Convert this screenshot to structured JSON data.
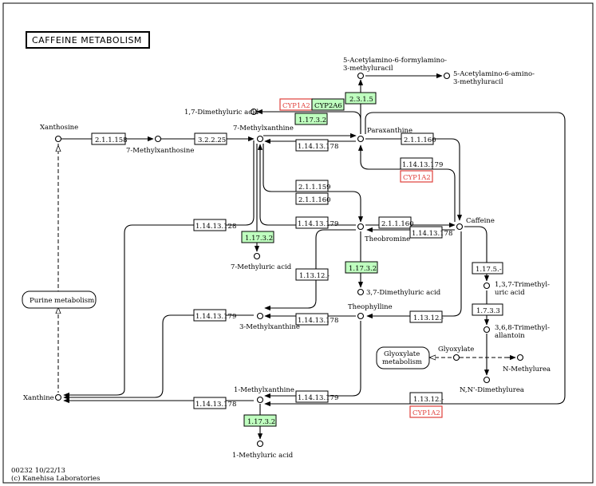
{
  "title": "CAFFEINE METABOLISM",
  "footer": {
    "map_id": "00232 10/22/13",
    "copyright": "(c) Kanehisa Laboratories"
  },
  "compounds": {
    "xanthosine": "Xanthosine",
    "methylxanthosine7": "7-Methylxanthosine",
    "methylxanthine7": "7-Methylxanthine",
    "dimethyluric17": "1,7-Dimethyluric acid",
    "paraxanthine": "Paraxanthine",
    "acetylamino_formyl": [
      "5-Acetylamino-6-formylamino-",
      "3-methyluracil"
    ],
    "acetylamino_amino": [
      "5-Acetylamino-6-amino-",
      "3-methyluracil"
    ],
    "caffeine": "Caffeine",
    "theobromine": "Theobromine",
    "methyluric7": "7-Methyluric acid",
    "dimethyluric37": "3,7-Dimethyluric acid",
    "trimethyluric": [
      "1,3,7-Trimethyl-",
      "uric acid"
    ],
    "trimethylallantoin": [
      "3,6,8-Trimethyl-",
      "allantoin"
    ],
    "glyoxylate": "Glyoxylate",
    "n_methylurea": "N-Methylurea",
    "dimethylurea": "N,N'-Dimethylurea",
    "theophylline": "Theophylline",
    "methylxanthine3": "3-Methylxanthine",
    "methylxanthine1": "1-Methylxanthine",
    "methyluric1": "1-Methyluric acid",
    "xanthine": "Xanthine"
  },
  "maps": {
    "purine": "Purine metabolism",
    "glyoxylate": [
      "Glyoxylate",
      "metabolism"
    ]
  },
  "enzymes": {
    "e_2_1_1_158": "2.1.1.158",
    "e_3_2_2_25": "3.2.2.25",
    "e_cyp1a2_top": "CYP1A2",
    "e_cyp2a6": "CYP2A6",
    "e_1_17_3_2_top": "1.17.3.2",
    "e_2_3_1_5": "2.3.1.5",
    "e_1_14_13_178_a": "1.14.13.178",
    "e_2_1_1_160_a": "2.1.1.160",
    "e_1_14_13_179_a": "1.14.13.179",
    "e_cyp1a2_mid": "CYP1A2",
    "e_2_1_1_159": "2.1.1.159",
    "e_2_1_1_160_b": "2.1.1.160",
    "e_1_14_13_128": "1.14.13.128",
    "e_1_14_13_179_b": "1.14.13.179",
    "e_2_1_1_160_c": "2.1.1.160",
    "e_1_14_13_178_b": "1.14.13.178",
    "e_1_17_3_2_mid": "1.17.3.2",
    "e_1_17_3_2_theo": "1.17.3.2",
    "e_1_13_12_a": "1.13.12.-",
    "e_1_17_5": "1.17.5.-",
    "e_1_7_3_3": "1.7.3.3",
    "e_1_14_13_179_c": "1.14.13.179",
    "e_1_14_13_178_c": "1.14.13.178",
    "e_1_13_12_b": "1.13.12.-",
    "e_1_14_13_179_d": "1.14.13.179",
    "e_1_14_13_178_d": "1.14.13.178",
    "e_1_13_12_c": "1.13.12.-",
    "e_cyp1a2_bot": "CYP1A2",
    "e_1_17_3_2_bot": "1.17.3.2"
  }
}
